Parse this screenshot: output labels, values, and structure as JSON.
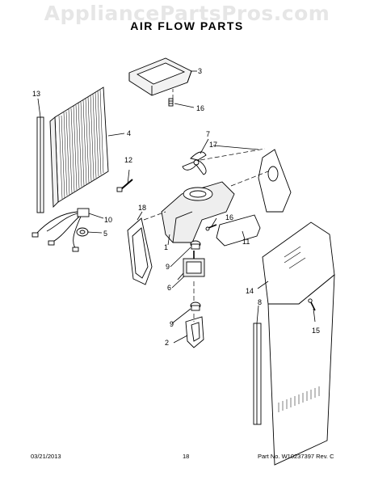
{
  "watermark": "AppliancePartsPros.com",
  "title": "AIR FLOW PARTS",
  "callouts": {
    "c1": "1",
    "c2": "2",
    "c3": "3",
    "c4": "4",
    "c5": "5",
    "c6": "6",
    "c7": "7",
    "c8": "8",
    "c9a": "9",
    "c9b": "9",
    "c10": "10",
    "c11": "11",
    "c12": "12",
    "c13": "13",
    "c14": "14",
    "c15": "15",
    "c16a": "16",
    "c16b": "16",
    "c17": "17",
    "c18": "18"
  },
  "footer": {
    "date": "03/21/2013",
    "page": "18",
    "part": "Part No. W10237397  Rev. C"
  }
}
